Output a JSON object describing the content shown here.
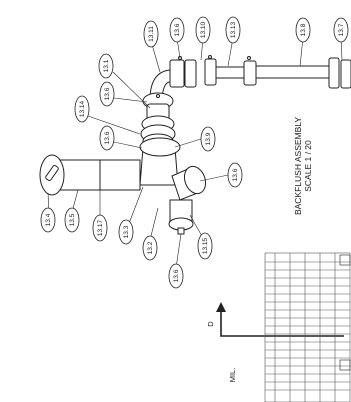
{
  "drawing": {
    "title_line1": "BACKFLUSH ASSEMBLY",
    "title_line2": "SCALE 1 / 20",
    "section_marker": "D",
    "partial_text": "MIL."
  },
  "callouts": {
    "c_13_11": "13.11",
    "c_13_6_a": "13.6",
    "c_13_10": "13.10",
    "c_13_13": "13.13",
    "c_13_8": "13.8",
    "c_13_7": "13.7",
    "c_13_1": "13.1",
    "c_13_6_b": "13.6",
    "c_13_14": "13.14",
    "c_13_6_c": "13.6",
    "c_13_9": "13.9",
    "c_13_6_d": "13.6",
    "c_13_4": "13.4",
    "c_13_5": "13.5",
    "c_13_17": "13.17",
    "c_13_3": "13.3",
    "c_13_2": "13.2",
    "c_13_15": "13.15",
    "c_13_6_e": "13.6"
  }
}
